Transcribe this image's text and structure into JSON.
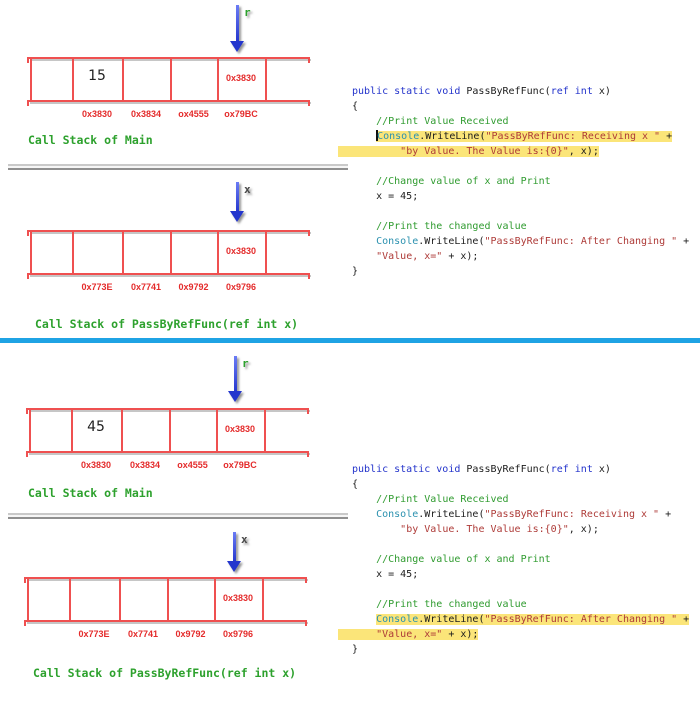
{
  "divider_color": "#1fa3e4",
  "panels": [
    {
      "main_stack": {
        "pointer_label": "r",
        "pointer_label_color": "#2da12d",
        "cell_values": [
          {
            "index": 1,
            "text": "15",
            "style": "num"
          },
          {
            "index": 4,
            "text": "0x3830",
            "style": "addr"
          }
        ],
        "addresses": [
          "0x3830",
          "0x3834",
          "ox4555",
          "ox79BC"
        ],
        "caption": "Call Stack of Main"
      },
      "func_stack": {
        "pointer_label": "x",
        "pointer_label_color": "#4a4a4a",
        "cell_values": [
          {
            "index": 4,
            "text": "0x3830",
            "style": "addr"
          }
        ],
        "addresses": [
          "0x773E",
          "0x7741",
          "0x9792",
          "0x9796"
        ],
        "caption": "Call Stack of PassByRefFunc(ref int x)"
      },
      "code": {
        "lines": [
          {
            "tokens": [
              [
                "kw",
                "public static void "
              ],
              [
                "pln",
                "PassByRefFunc("
              ],
              [
                "kw",
                "ref"
              ],
              [
                "pln",
                " "
              ],
              [
                "kw",
                "int"
              ],
              [
                "pln",
                " x)"
              ]
            ]
          },
          {
            "tokens": [
              [
                "pln",
                "{"
              ]
            ]
          },
          {
            "tokens": [
              [
                "pln",
                "    "
              ],
              [
                "com",
                "//Print Value Received"
              ]
            ]
          },
          {
            "tokens": [
              [
                "pln",
                "    "
              ],
              [
                "cls",
                "Console"
              ],
              [
                "pln",
                ".WriteLine("
              ],
              [
                "str",
                "\"PassByRefFunc: Receiving x \""
              ],
              [
                "pln",
                " +"
              ]
            ],
            "hl_from": 1,
            "cursor": true
          },
          {
            "tokens": [
              [
                "pln",
                "        "
              ],
              [
                "str",
                "\"by Value. The Value is:{0}\""
              ],
              [
                "pln",
                ", x);"
              ]
            ],
            "hl_from": 0,
            "hl_bleed": true
          },
          {
            "tokens": []
          },
          {
            "tokens": [
              [
                "pln",
                "    "
              ],
              [
                "com",
                "//Change value of x and Print"
              ]
            ]
          },
          {
            "tokens": [
              [
                "pln",
                "    x = 45;"
              ]
            ]
          },
          {
            "tokens": []
          },
          {
            "tokens": [
              [
                "pln",
                "    "
              ],
              [
                "com",
                "//Print the changed value"
              ]
            ]
          },
          {
            "tokens": [
              [
                "pln",
                "    "
              ],
              [
                "cls",
                "Console"
              ],
              [
                "pln",
                ".WriteLine("
              ],
              [
                "str",
                "\"PassByRefFunc: After Changing \""
              ],
              [
                "pln",
                " +"
              ]
            ]
          },
          {
            "tokens": [
              [
                "pln",
                "    "
              ],
              [
                "str",
                "\"Value, x=\""
              ],
              [
                "pln",
                " + x);"
              ]
            ]
          },
          {
            "tokens": [
              [
                "pln",
                "}"
              ]
            ]
          }
        ]
      }
    },
    {
      "main_stack": {
        "pointer_label": "r",
        "pointer_label_color": "#2da12d",
        "cell_values": [
          {
            "index": 1,
            "text": "45",
            "style": "num"
          },
          {
            "index": 4,
            "text": "0x3830",
            "style": "addr"
          }
        ],
        "addresses": [
          "0x3830",
          "0x3834",
          "ox4555",
          "ox79BC"
        ],
        "caption": "Call Stack of Main"
      },
      "func_stack": {
        "pointer_label": "x",
        "pointer_label_color": "#4a4a4a",
        "cell_values": [
          {
            "index": 4,
            "text": "0x3830",
            "style": "addr"
          }
        ],
        "addresses": [
          "0x773E",
          "0x7741",
          "0x9792",
          "0x9796"
        ],
        "caption": "Call Stack of PassByRefFunc(ref int x)"
      },
      "code": {
        "lines": [
          {
            "tokens": [
              [
                "kw",
                "public static void "
              ],
              [
                "pln",
                "PassByRefFunc("
              ],
              [
                "kw",
                "ref"
              ],
              [
                "pln",
                " "
              ],
              [
                "kw",
                "int"
              ],
              [
                "pln",
                " x)"
              ]
            ]
          },
          {
            "tokens": [
              [
                "pln",
                "{"
              ]
            ]
          },
          {
            "tokens": [
              [
                "pln",
                "    "
              ],
              [
                "com",
                "//Print Value Received"
              ]
            ]
          },
          {
            "tokens": [
              [
                "pln",
                "    "
              ],
              [
                "cls",
                "Console"
              ],
              [
                "pln",
                ".WriteLine("
              ],
              [
                "str",
                "\"PassByRefFunc: Receiving x \""
              ],
              [
                "pln",
                " +"
              ]
            ]
          },
          {
            "tokens": [
              [
                "pln",
                "        "
              ],
              [
                "str",
                "\"by Value. The Value is:{0}\""
              ],
              [
                "pln",
                ", x);"
              ]
            ]
          },
          {
            "tokens": []
          },
          {
            "tokens": [
              [
                "pln",
                "    "
              ],
              [
                "com",
                "//Change value of x and Print"
              ]
            ]
          },
          {
            "tokens": [
              [
                "pln",
                "    x = 45;"
              ]
            ]
          },
          {
            "tokens": []
          },
          {
            "tokens": [
              [
                "pln",
                "    "
              ],
              [
                "com",
                "//Print the changed value"
              ]
            ]
          },
          {
            "tokens": [
              [
                "pln",
                "    "
              ],
              [
                "cls",
                "Console"
              ],
              [
                "pln",
                ".WriteLine("
              ],
              [
                "str",
                "\"PassByRefFunc: After Changing \""
              ],
              [
                "pln",
                " +"
              ]
            ],
            "hl_from": 1
          },
          {
            "tokens": [
              [
                "pln",
                "    "
              ],
              [
                "str",
                "\"Value, x=\""
              ],
              [
                "pln",
                " + x);"
              ]
            ],
            "hl_from": 0,
            "hl_bleed": true
          },
          {
            "tokens": [
              [
                "pln",
                "}"
              ]
            ]
          }
        ]
      }
    }
  ]
}
